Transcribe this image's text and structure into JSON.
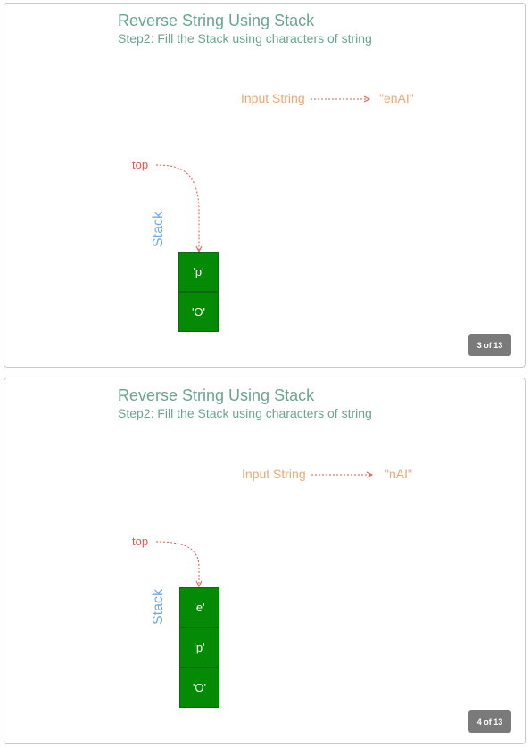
{
  "slides": [
    {
      "title": "Reverse String Using Stack",
      "subtitle": "Step2: Fill the Stack using characters of string",
      "input_label": "Input String",
      "input_value": "\"enAI\"",
      "top_label": "top",
      "stack_label": "Stack",
      "stack_items": [
        "'p'",
        "'O'"
      ],
      "counter": "3 of 13"
    },
    {
      "title": "Reverse String Using Stack",
      "subtitle": "Step2: Fill the Stack using characters of string",
      "input_label": "Input String",
      "input_value": "\"nAI\"",
      "top_label": "top",
      "stack_label": "Stack",
      "stack_items": [
        "'e'",
        "'p'",
        "'O'"
      ],
      "counter": "4 of 13"
    }
  ],
  "colors": {
    "title": "#6aa58f",
    "input": "#f3a66e",
    "top": "#e0564b",
    "stack_label": "#6fa8e0",
    "cell": "#048a04",
    "badge": "#7a7a7a"
  }
}
